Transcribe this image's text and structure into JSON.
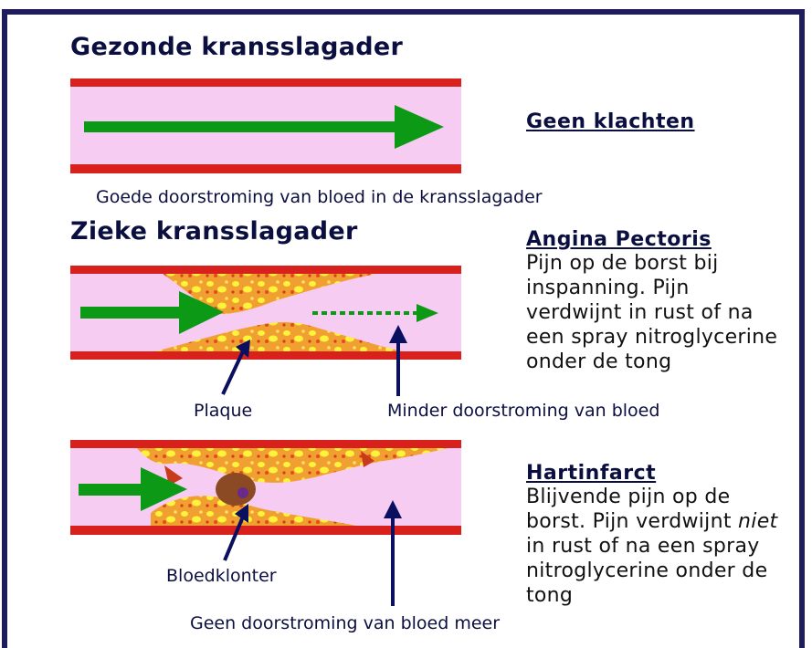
{
  "healthy": {
    "heading": "Gezonde kransslagader",
    "caption": "Goede doorstroming van bloed in de kransslagader",
    "status_title": "Geen klachten"
  },
  "diseased": {
    "heading": "Zieke kransslagader"
  },
  "angina": {
    "title": "Angina Pectoris",
    "lines": [
      "Pijn op de borst bij",
      "inspanning. Pijn",
      "verdwijnt in rust of na",
      "een spray nitroglycerine",
      "onder de tong"
    ],
    "label_plaque": "Plaque",
    "label_flow": "Minder doorstroming van bloed"
  },
  "infarct": {
    "title": "Hartinfarct",
    "line1": "Blijvende pijn op de",
    "line2_a": "borst. Pijn verdwijnt ",
    "line2_b": "niet",
    "line3": "in rust of na een spray",
    "line4": "nitroglycerine onder de",
    "line5": "tong",
    "label_clot": "Bloedklonter",
    "label_flow": "Geen doorstroming van bloed meer"
  },
  "colors": {
    "frame": "#1e1c5c",
    "vessel_wall": "#d8201c",
    "vessel_lumen": "#f6ccf2",
    "arrow_green": "#0c9a16",
    "plaque": "#f0a030",
    "plaque_spots": "#fff23a",
    "pointer_arrow": "#0b0f60"
  }
}
